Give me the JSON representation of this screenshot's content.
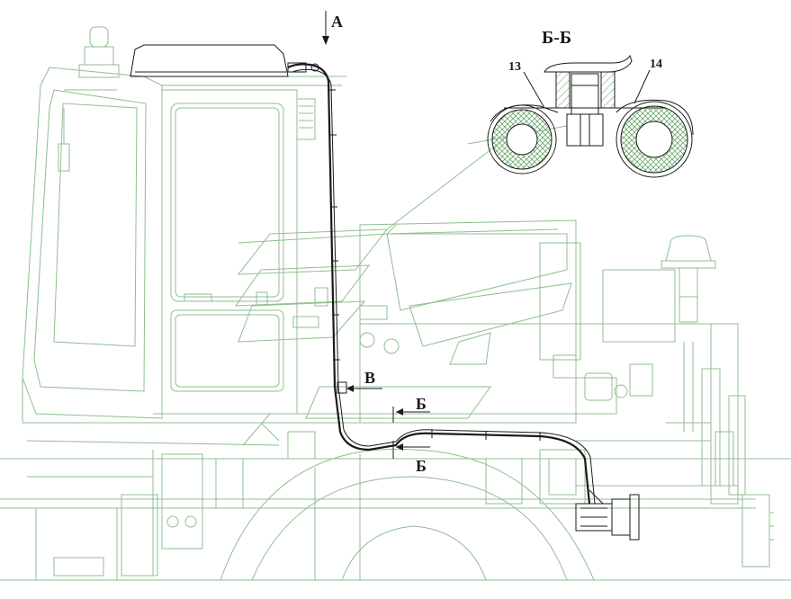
{
  "labels": {
    "view_a": "А",
    "section_bb_title": "Б-Б",
    "callout_13": "13",
    "callout_14": "14",
    "view_v": "В",
    "section_b_upper": "Б",
    "section_b_lower": "Б"
  },
  "colors": {
    "machine_outline": "#8fbf8f",
    "hose_route": "#1a1a1a",
    "background": "#ffffff"
  }
}
